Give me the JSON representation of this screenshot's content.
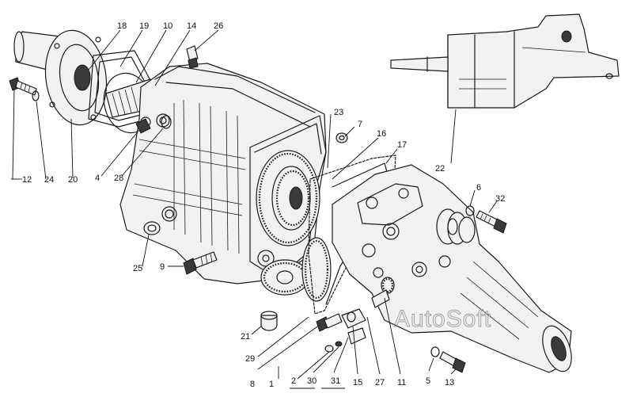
{
  "watermark": "AutoSoft",
  "callouts": [
    {
      "id": "c18",
      "text": "18"
    },
    {
      "id": "c19",
      "text": "19"
    },
    {
      "id": "c10",
      "text": "10"
    },
    {
      "id": "c14",
      "text": "14"
    },
    {
      "id": "c26",
      "text": "26"
    },
    {
      "id": "c23",
      "text": "23"
    },
    {
      "id": "c7",
      "text": "7"
    },
    {
      "id": "c16",
      "text": "16"
    },
    {
      "id": "c17",
      "text": "17"
    },
    {
      "id": "c22",
      "text": "22"
    },
    {
      "id": "c6",
      "text": "6"
    },
    {
      "id": "c32",
      "text": "32"
    },
    {
      "id": "c12",
      "text": "12"
    },
    {
      "id": "c24",
      "text": "24"
    },
    {
      "id": "c20",
      "text": "20"
    },
    {
      "id": "c4",
      "text": "4"
    },
    {
      "id": "c28",
      "text": "28"
    },
    {
      "id": "c25",
      "text": "25"
    },
    {
      "id": "c9",
      "text": "9"
    },
    {
      "id": "c21",
      "text": "21"
    },
    {
      "id": "c29",
      "text": "29"
    },
    {
      "id": "c8",
      "text": "8"
    },
    {
      "id": "c1",
      "text": "1"
    },
    {
      "id": "c2",
      "text": "2"
    },
    {
      "id": "c30",
      "text": "30"
    },
    {
      "id": "c31",
      "text": "31"
    },
    {
      "id": "c15",
      "text": "15"
    },
    {
      "id": "c27",
      "text": "27"
    },
    {
      "id": "c11",
      "text": "11"
    },
    {
      "id": "c5",
      "text": "5"
    },
    {
      "id": "c13",
      "text": "13"
    }
  ]
}
